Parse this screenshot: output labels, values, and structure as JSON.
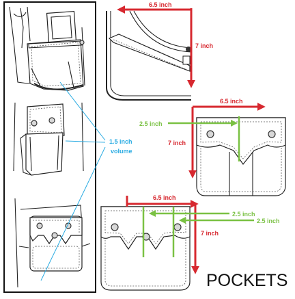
{
  "labels": {
    "title": "POCKETS",
    "volume_line1": "1.5 inch",
    "volume_line2": "volume",
    "top_width": "6.5 inch",
    "top_height": "7 inch",
    "mid_width": "6.5 inch",
    "mid_height": "7 inch",
    "mid_green": "2.5 inch",
    "bot_width": "6.5 inch",
    "bot_height": "7 inch",
    "bot_green_1": "2.5 inch",
    "bot_green_2": "2.5 inch"
  },
  "colors": {
    "dimension_red": "#d7282f",
    "dimension_green": "#7ac143",
    "callout_blue": "#29abe2"
  }
}
